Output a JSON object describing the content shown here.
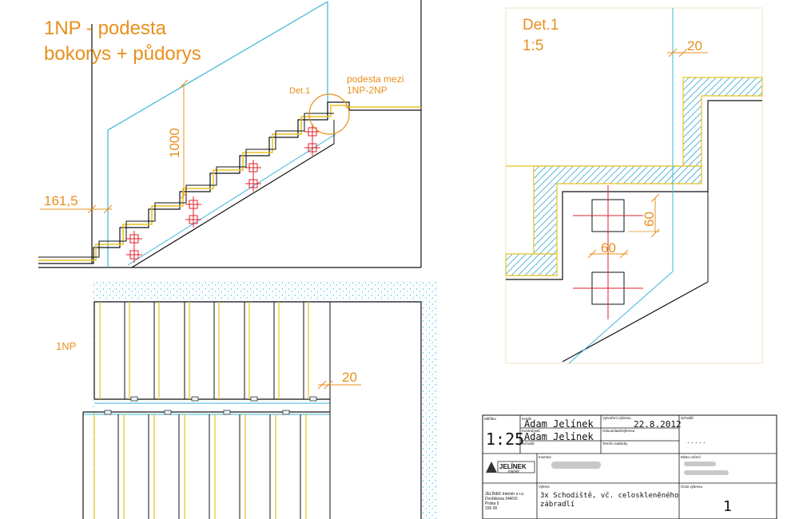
{
  "side_view": {
    "title_line1": "1NP - podesta",
    "title_line2": "bokorys + půdorys",
    "dim_offset": "161,5",
    "dim_height": "1000",
    "detail_marker": "Det.1",
    "landing_label_1": "podesta mezi",
    "landing_label_2": "1NP-2NP"
  },
  "plan_view": {
    "floor_label": "1NP",
    "dim_gap": "20"
  },
  "detail_view": {
    "title": "Det.1",
    "scale": "1:5",
    "dim_top": "20",
    "dim_vertical": "60",
    "dim_horizontal": "60"
  },
  "title_block": {
    "h_scale": "Měřítko",
    "scale": "1:25",
    "h_drawn": "Kreslil",
    "drawn_by": "Adam Jelínek",
    "h_checked": "Kontroloval",
    "checked_by": "Adam Jelínek",
    "h_approved2": "Schválil",
    "h_created": "Vytvoření výkresu",
    "date": "22.8.2012",
    "h_agreement": "Odsouhlasil/výkresu",
    "h_deadline": "Termín zakázky",
    "h_approved": "Schválil",
    "approved_dots": ". . . . .",
    "h_investor": "Investor",
    "logo_text": "JELÍNEK",
    "logo_sub": "Interiér",
    "h_location": "Místo určení",
    "company_1": "JELÍNEK Interiér s.r.o.",
    "company_2": "Dvořákova 344/10",
    "company_3": "Praha 5",
    "company_4": "150 00",
    "h_drawing": "Výkres",
    "drawing_1": "3x Schodiště, vč. celoskleněného",
    "drawing_2": "zábradlí",
    "h_number": "Číslo výkresu",
    "number": "1"
  },
  "colors": {
    "orange": "#e8901c",
    "cyan": "#3ab6d8",
    "red": "#e0202a",
    "yellow": "#e8c020",
    "black": "#111111",
    "hatch": "#2ea4d0"
  }
}
